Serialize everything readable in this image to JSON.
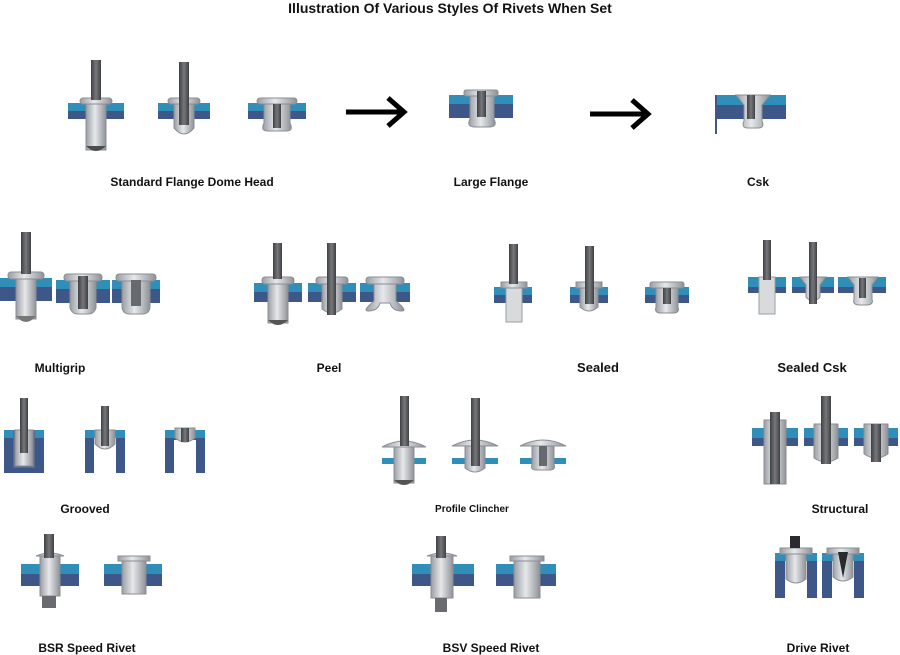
{
  "title": "Illustration Of Various Styles Of Rivets When Set",
  "labels": {
    "standard_flange_dome_head": "Standard Flange Dome Head",
    "large_flange": "Large Flange",
    "csk": "Csk",
    "multigrip": "Multigrip",
    "peel": "Peel",
    "sealed": "Sealed",
    "sealed_csk": "Sealed Csk",
    "grooved": "Grooved",
    "profile_clincher": "Profile Clincher",
    "structural": "Structural",
    "bsr_speed_rivet": "BSR Speed Rivet",
    "bsv_speed_rivet": "BSV Speed Rivet",
    "drive_rivet": "Drive Rivet"
  },
  "colors": {
    "plate_top": "#2f8fb8",
    "plate_bottom": "#3d5788",
    "mandrel": "#5f6064",
    "rivet_body": "#c9ccd0",
    "rivet_edge": "#8a8e94",
    "arrow": "#000000"
  }
}
